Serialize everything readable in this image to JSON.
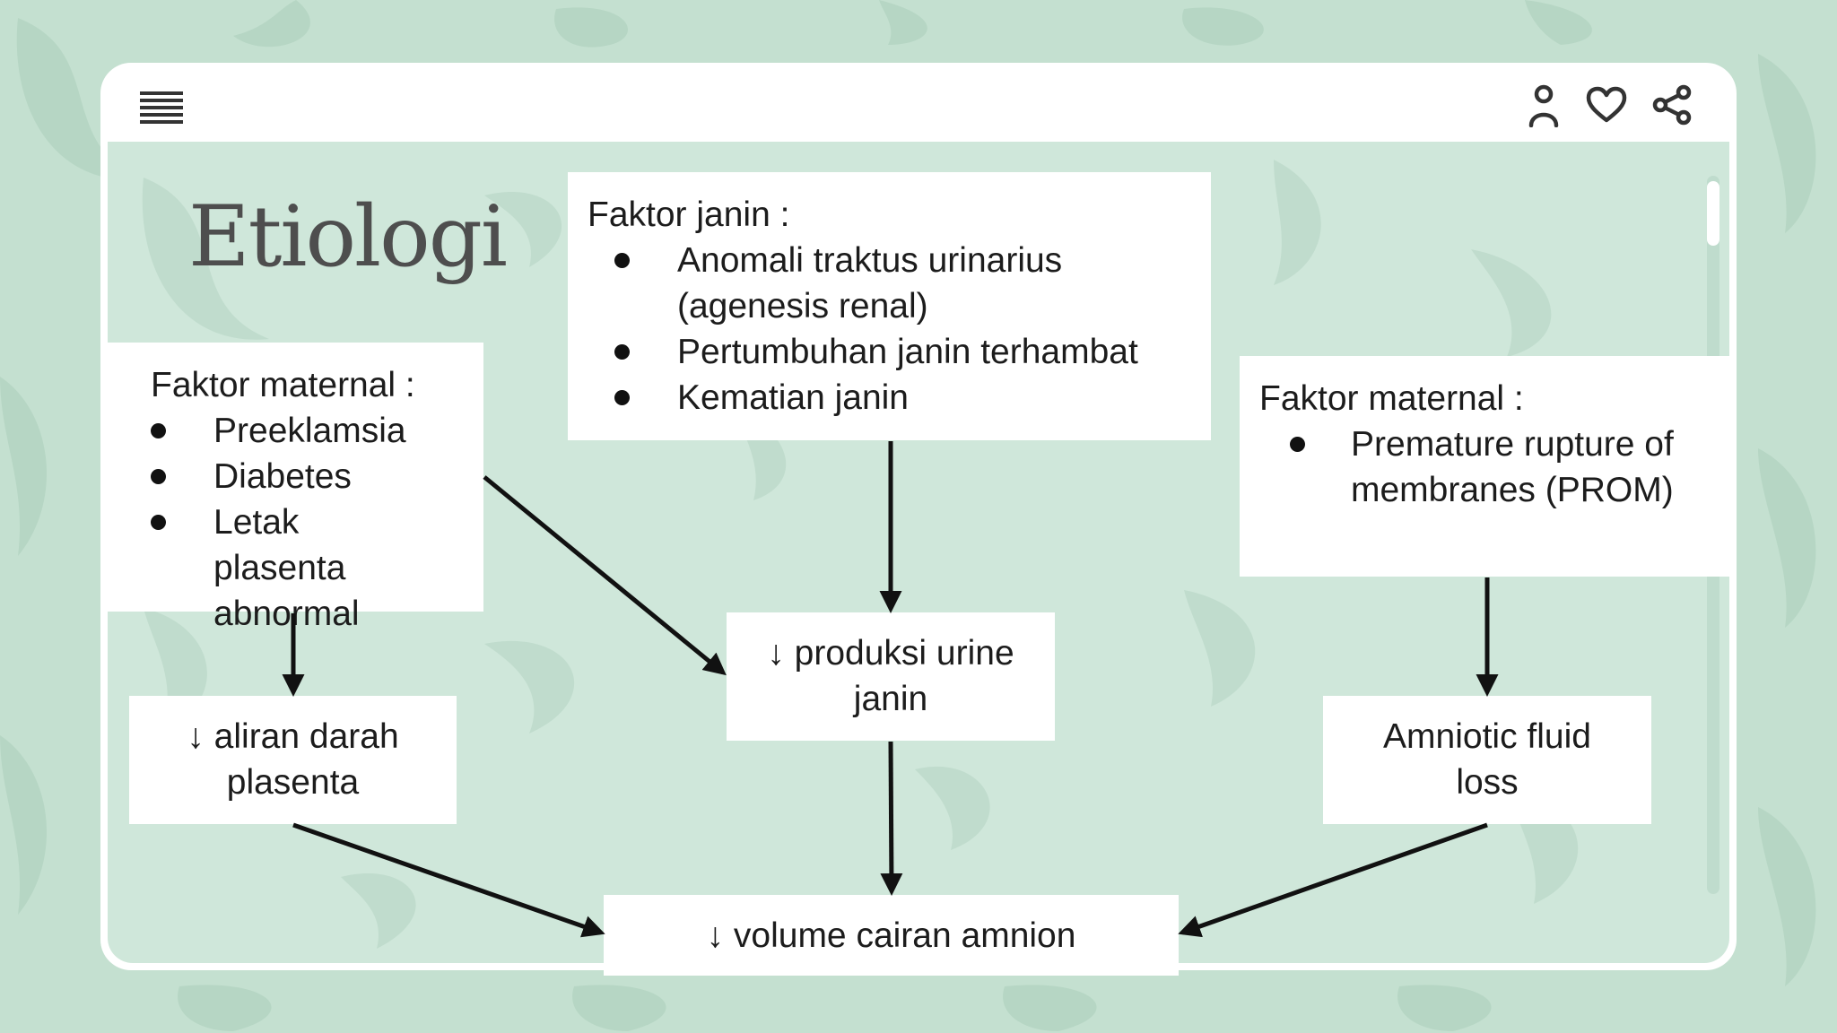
{
  "slide": {
    "title": "Etiologi"
  },
  "toolbar": {
    "menu_icon": "hamburger-menu-icon",
    "icons": [
      "user-icon",
      "heart-icon",
      "share-icon"
    ]
  },
  "colors": {
    "background": "#c4e0d0",
    "content_area": "#cfe7da",
    "window": "#ffffff",
    "text": "#1c1c1c",
    "title": "#4e4e4e",
    "arrow": "#111111"
  },
  "nodes": {
    "maternal_left": {
      "header": "Faktor maternal :",
      "items": [
        "Preeklamsia",
        "Diabetes",
        "Letak plasenta abnormal"
      ]
    },
    "janin": {
      "header": "Faktor janin :",
      "items": [
        "Anomali traktus urinarius (agenesis renal)",
        "Pertumbuhan janin  terhambat",
        "Kematian janin"
      ]
    },
    "maternal_right": {
      "header": "Faktor maternal :",
      "items": [
        "Premature rupture of membranes (PROM)"
      ]
    },
    "aliran": {
      "line1": "↓ aliran darah",
      "line2": "plasenta"
    },
    "produksi": {
      "line1": "↓ produksi urine",
      "line2": "janin"
    },
    "amniotic": {
      "line1": "Amniotic fluid",
      "line2": "loss"
    },
    "volume": {
      "line1": "↓ volume cairan amnion"
    }
  },
  "edges": [
    [
      "maternal_left",
      "aliran"
    ],
    [
      "maternal_left",
      "produksi"
    ],
    [
      "janin",
      "produksi"
    ],
    [
      "maternal_right",
      "amniotic"
    ],
    [
      "aliran",
      "volume"
    ],
    [
      "produksi",
      "volume"
    ],
    [
      "amniotic",
      "volume"
    ]
  ]
}
